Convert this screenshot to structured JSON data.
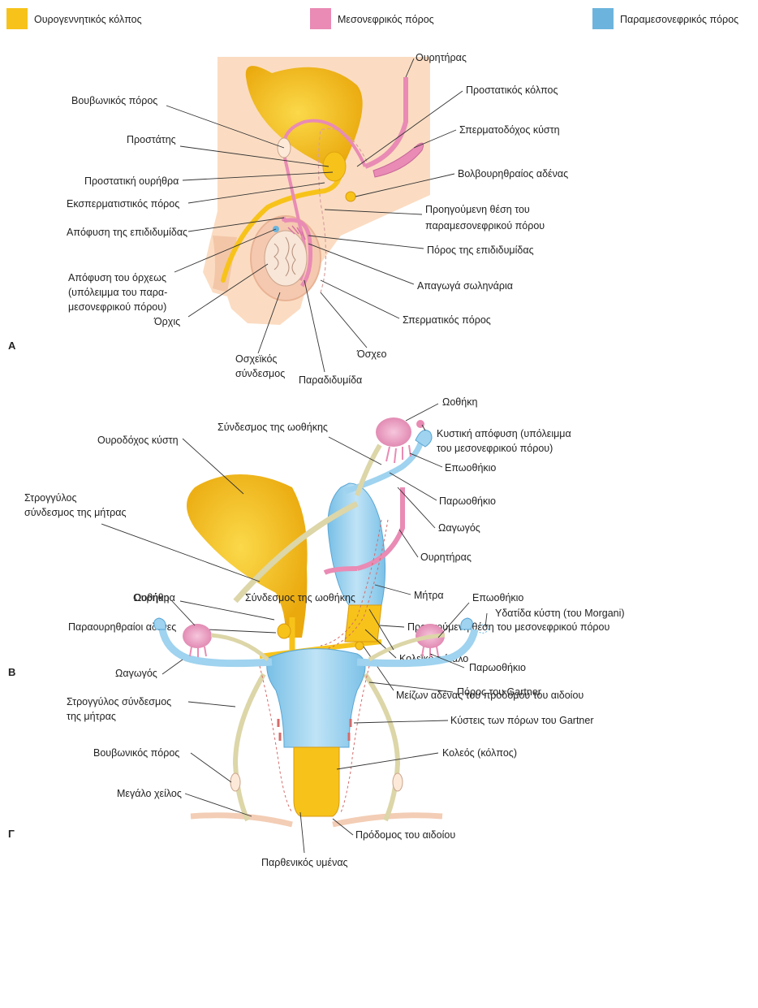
{
  "legend": [
    {
      "label": "Ουρογεννητικός κόλπος",
      "color": "#f7c31a"
    },
    {
      "label": "Μεσονεφρικός πόρος",
      "color": "#e98bb4"
    },
    {
      "label": "Παραμεσονεφρικός πόρος",
      "color": "#6cb4dd"
    }
  ],
  "colors": {
    "skin": "#fbdcc2",
    "yellow": "#f7c31a",
    "pink": "#e98bb4",
    "blue": "#9fd3ef",
    "ligament": "#dcd6a8"
  },
  "panel_a": {
    "letter": "A",
    "labels": {
      "ureter": "Ουρητήρας",
      "prostatic_utricle": "Προστατικός κόλπος",
      "seminal_vesicle": "Σπερματοδόχος κύστη",
      "bulbourethral_gland": "Βολβουρηθραίος αδένας",
      "former_pos_1": "Προηγούμενη θέση του",
      "former_pos_2": "παραμεσονεφρικού πόρου",
      "epididymis_duct": "Πόρος της επιδιδυμίδας",
      "efferent_ductules": "Απαγωγά σωληνάρια",
      "vas_deferens": "Σπερματικός πόρος",
      "scrotum": "Όσχεο",
      "paradidymis": "Παραδιδυμίδα",
      "gubernaculum_1": "Οσχεϊκός",
      "gubernaculum_2": "σύνδεσμος",
      "testis": "Όρχις",
      "appendix_testis_1": "Απόφυση του όρχεως",
      "appendix_testis_2": "(υπόλειμμα του παρα-",
      "appendix_testis_3": "μεσονεφρικού πόρου)",
      "appendix_epididymis": "Απόφυση της επιδιδυμίδας",
      "ejaculatory_duct": "Εκσπερματιστικός πόρος",
      "prostatic_urethra": "Προστατική ουρήθρα",
      "prostate": "Προστάτης",
      "inguinal_canal": "Βουβωνικός πόρος"
    }
  },
  "panel_b": {
    "letter": "B",
    "labels": {
      "ovary": "Ωοθήκη",
      "vesicular_appendage_1": "Κυστική απόφυση (υπόλειμμα",
      "vesicular_appendage_2": "του μεσονεφρικού πόρου)",
      "epoophoron": "Επωοθήκιο",
      "paroophoron": "Παρωοθήκιο",
      "uterine_tube": "Ωαγωγός",
      "ureter": "Ουρητήρας",
      "uterus": "Μήτρα",
      "former_pos": "Προηγούμενη θέση του μεσονεφρικού πόρου",
      "vaginal_plate": "Κολεϊκό πέταλο",
      "greater_vestibular": "Μείζων αδένας του προδόμου του αιδοίου",
      "ovarian_ligament": "Σύνδεσμος της ωοθήκης",
      "bladder": "Ουροδόχος κύστη",
      "round_ligament_1": "Στρογγύλος",
      "round_ligament_2": "σύνδεσμος της μήτρας",
      "urethra": "Ουρήθρα",
      "paraurethral": "Παραουρηθραίοι αδένες"
    }
  },
  "panel_c": {
    "letter": "Γ",
    "labels": {
      "ovary": "Ωοθήκη",
      "ovarian_ligament": "Σύνδεσμος της ωοθήκης",
      "epoophoron": "Επωοθήκιο",
      "hydatid": "Υδατίδα κύστη (του Morgani)",
      "paroophoron": "Παρωοθήκιο",
      "uterine_tube": "Ωαγωγός",
      "gartner_duct": "Πόρος του Gartner",
      "round_ligament_1": "Στρογγύλος σύνδεσμος",
      "round_ligament_2": "της μήτρας",
      "gartner_cysts": "Κύστεις των πόρων του Gartner",
      "inguinal_canal": "Βουβωνικός πόρος",
      "vagina": "Κολεός (κόλπος)",
      "labium_majus": "Μεγάλο χείλος",
      "hymen": "Παρθενικός υμένας",
      "vestibule": "Πρόδομος του αιδοίου"
    }
  }
}
